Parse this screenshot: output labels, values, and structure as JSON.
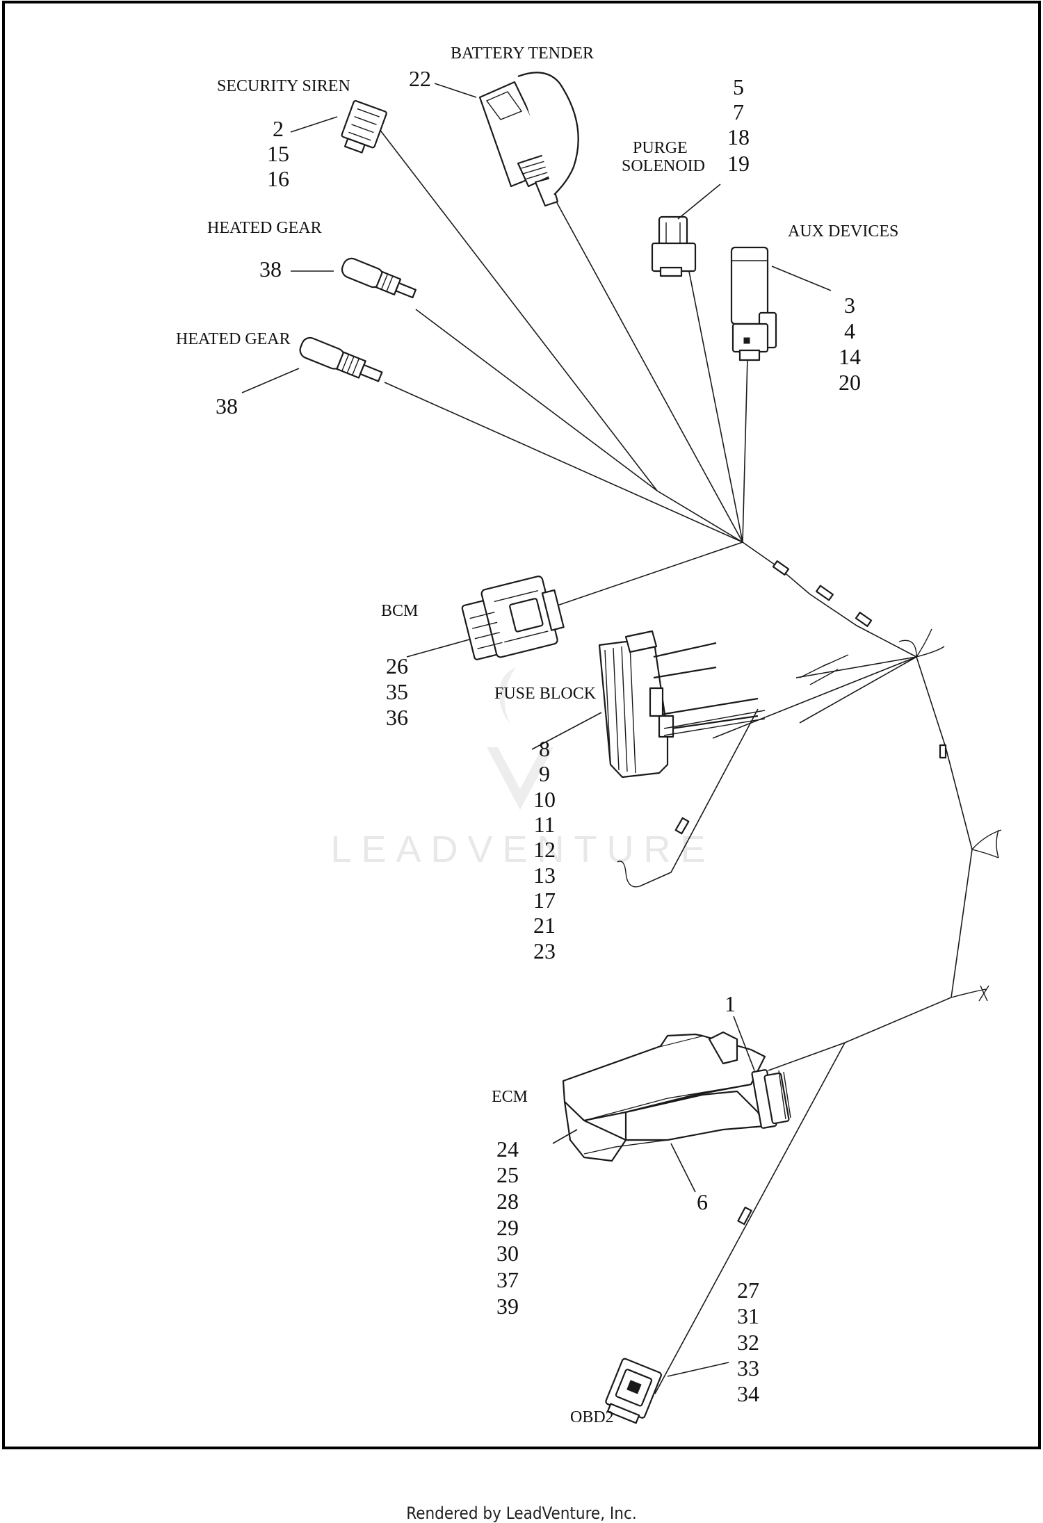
{
  "components": [
    {
      "name": "SECURITY SIREN",
      "refs": [
        "2",
        "15",
        "16"
      ]
    },
    {
      "name": "BATTERY TENDER",
      "refs": [
        "22"
      ]
    },
    {
      "name": "PURGE",
      "name2": "SOLENOID",
      "refs": [
        "5",
        "7",
        "18",
        "19"
      ]
    },
    {
      "name": "AUX DEVICES",
      "refs": [
        "3",
        "4",
        "14",
        "20"
      ]
    },
    {
      "name": "HEATED GEAR",
      "refs": [
        "38"
      ]
    },
    {
      "name": "HEATED GEAR",
      "refs": [
        "38"
      ]
    },
    {
      "name": "BCM",
      "refs": [
        "26",
        "35",
        "36"
      ]
    },
    {
      "name": "FUSE BLOCK",
      "refs": [
        "8",
        "9",
        "10",
        "11",
        "12",
        "13",
        "17",
        "21",
        "23"
      ]
    },
    {
      "name": "ECM",
      "refs": [
        "24",
        "25",
        "28",
        "29",
        "30",
        "37",
        "39"
      ]
    },
    {
      "name": "OBD2",
      "refs": [
        "27",
        "31",
        "32",
        "33",
        "34"
      ]
    }
  ],
  "extra_refs": [
    "1",
    "6"
  ],
  "watermark": "LEADVENTURE",
  "footer": "Rendered by LeadVenture, Inc.",
  "colors": {
    "line": "#1a1a1a",
    "border": "#000000",
    "watermark": "#e6e6e6"
  }
}
